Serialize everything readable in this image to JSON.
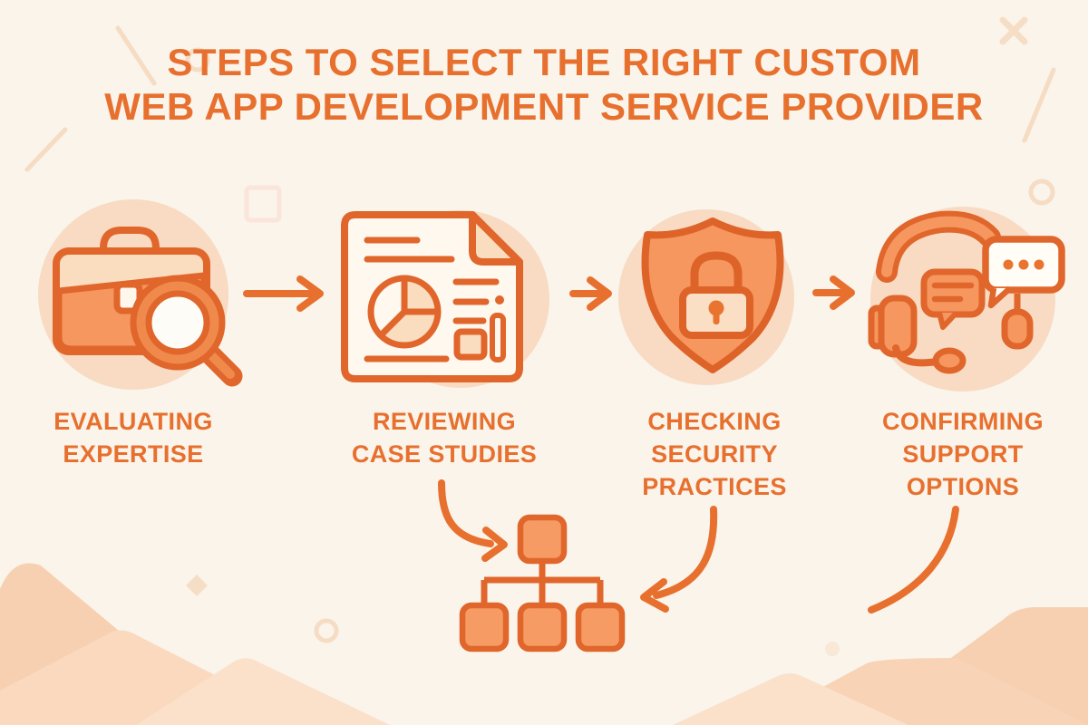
{
  "title": {
    "line1": "STEPS TO SELECT THE RIGHT CUSTOM",
    "line2": "WEB APP DEVELOPMENT SERVICE PROVIDER"
  },
  "steps": [
    {
      "label": "EVALUATING\nEXPERTISE",
      "icon": "briefcase-magnifier-icon"
    },
    {
      "label": "REVIEWING\nCASE STUDIES",
      "icon": "report-pie-chart-document-icon"
    },
    {
      "label": "CHECKING\nSECURITY\nPRACTICES",
      "icon": "shield-lock-icon"
    },
    {
      "label": "CONFIRMING\nSUPPORT\nOPTIONS",
      "icon": "headset-chat-bubbles-icon"
    }
  ],
  "flow": {
    "connector_icon": "hierarchy-org-chart-icon",
    "straight_arrows": [
      "step1-to-step2",
      "step2-to-step3",
      "step3-to-step4"
    ],
    "curved_connectors": [
      "case-studies-to-hierarchy-arrow",
      "security-to-hierarchy-arrow",
      "support-options-curve"
    ]
  },
  "colors": {
    "background": "#FAF4EB",
    "accent_orange": "#E8702E",
    "outline_orange": "#E0662B",
    "fill_orange_mid": "#F5975F",
    "fill_peach_light": "#FADCBE",
    "icon_circle_bg": "#F8DBC2",
    "mountain_peach": "#F7D0B2",
    "mountain_peach_light": "#FBE0CA"
  }
}
